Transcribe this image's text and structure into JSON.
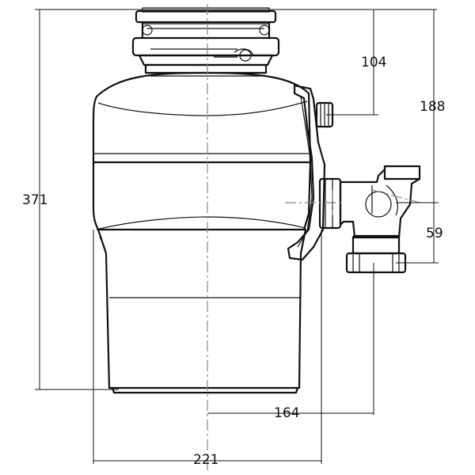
{
  "drawing": {
    "dimensions": {
      "overall_height": "371",
      "top_to_inlet": "104",
      "top_to_outlet": "188",
      "outlet_drop": "59",
      "center_to_outlet": "164",
      "body_width": "221"
    }
  }
}
